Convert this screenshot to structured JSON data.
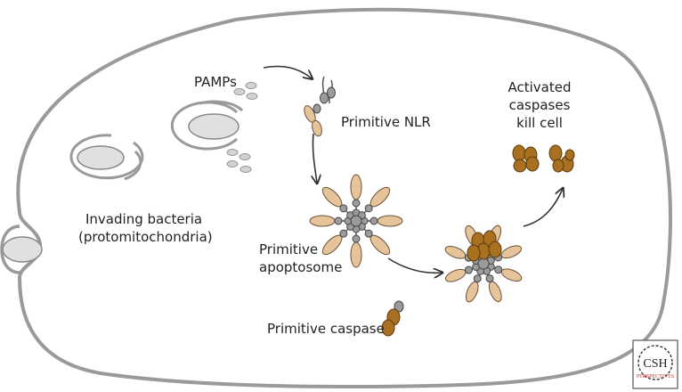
{
  "labels": {
    "pamps": "PAMPs",
    "primitive_nlr": "Primitive NLR",
    "activated_caspases": [
      "Activated",
      "caspases",
      "kill cell"
    ],
    "invading_bacteria": [
      "Invading bacteria",
      "(protomitochondria)"
    ],
    "primitive_apoptosome": [
      "Primitive",
      "apoptosome"
    ],
    "primitive_caspase": "Primitive caspase"
  },
  "logo": {
    "main": "CSH",
    "sub": "PERSPECTIVES"
  },
  "colors": {
    "membrane": "#9a9a9a",
    "bacterium_fill": "#e0e0e0",
    "pro_domain": "#e6c39b",
    "active_caspase": "#a8701f",
    "linker": "#9b9b9b",
    "arrow": "#333333",
    "logo_accent": "#c0392b"
  }
}
